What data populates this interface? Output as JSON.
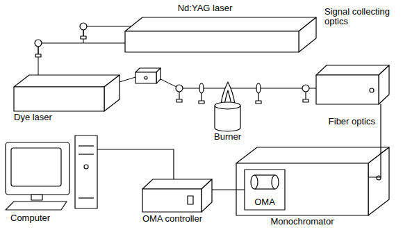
{
  "diagram": {
    "nodes": [
      {
        "text": [
          "Nd:YAG laser"
        ]
      },
      {
        "text": [
          "Signal collecting optics"
        ]
      },
      {
        "text": [
          "Dye laser"
        ]
      },
      {
        "text": [
          "Burner"
        ]
      },
      {
        "text": [
          "Monochromator"
        ]
      },
      {
        "text": [
          "OMA"
        ],
        "in": 4
      },
      {
        "text": [
          "OMA controller"
        ]
      },
      {
        "text": [
          "Computer"
        ]
      }
    ],
    "edges": [
      {
        "from": 1,
        "to": 4,
        "label": "Fiber optics",
        "arrow": "none"
      },
      {
        "from": 7,
        "to": 6,
        "arrow": "none"
      },
      {
        "from": 6,
        "to": 5,
        "arrow": "none"
      }
    ]
  }
}
